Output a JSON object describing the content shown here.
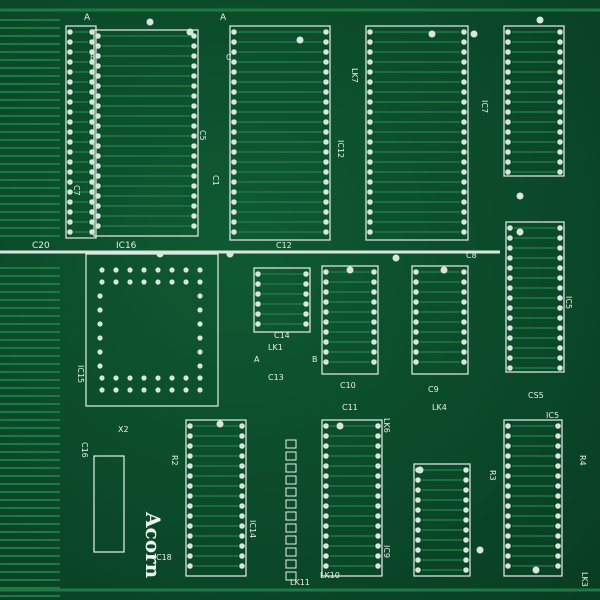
{
  "board": {
    "colors": {
      "substrate": "#0b4a2a",
      "trace": "#1e7a45",
      "pad": "#d9e6dc",
      "silkscreen": "#e8f0e8"
    },
    "logo": "Acorn",
    "silkscreen_labels": {
      "a_top1": "A",
      "a_top2": "A",
      "ic16": "IC16",
      "c20": "C20",
      "c7": "C7",
      "c5": "C5",
      "c1": "C1",
      "c12_top": "C12",
      "c14": "C14",
      "c13": "C13",
      "c10": "C10",
      "c11": "C11",
      "c8": "C8",
      "c9": "C9",
      "c16": "C16",
      "c18": "C18",
      "lk1": "LK1",
      "lk4": "LK4",
      "lk3": "LK3",
      "lk6": "LK6",
      "lk10": "LK10",
      "lk11": "LK11",
      "lk7": "LK7",
      "ic12": "IC12",
      "ic7": "IC7",
      "ic5": "IC5",
      "ic9": "IC9",
      "ic14": "IC14",
      "ic15": "IC15",
      "r2": "R2",
      "r3": "R3",
      "r4": "R4",
      "x2": "X2",
      "b1": "B",
      "c_lk": "C",
      "a_lk1": "A",
      "b_lk1": "B",
      "cs5": "CS5",
      "ic5b": "IC5"
    }
  }
}
